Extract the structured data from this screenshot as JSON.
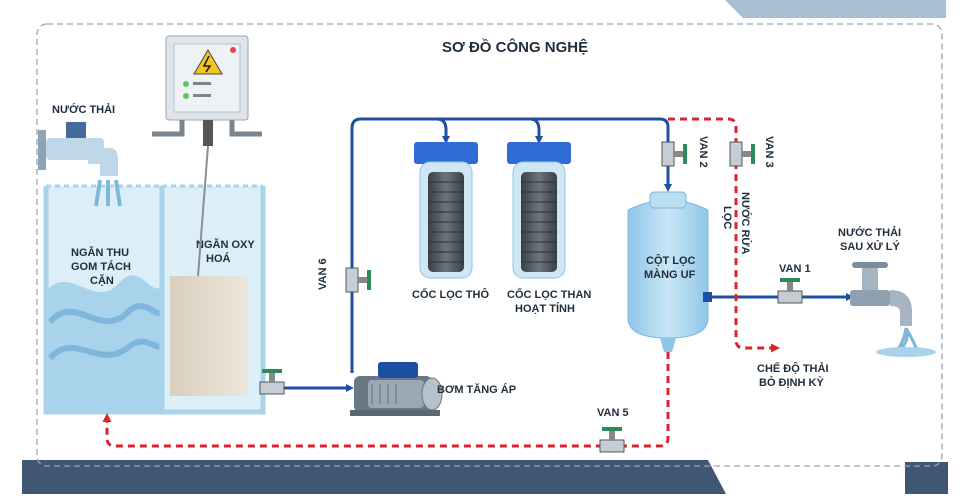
{
  "diagram": {
    "title": "SƠ ĐỒ CÔNG NGHỆ",
    "labels": {
      "nuoc_thai": "NƯỚC THẢI",
      "ngan_thu_1": "NGĂN THU",
      "ngan_thu_2": "GOM TÁCH",
      "ngan_thu_3": "CẶN",
      "ngan_oxy_1": "NGĂN OXY",
      "ngan_oxy_2": "HOÁ",
      "van_6": "VAN 6",
      "coc_loc_tho": "CỐC LỌC THÔ",
      "coc_loc_than_1": "CỐC LỌC THAN",
      "coc_loc_than_2": "HOẠT TÍNH",
      "bom_tang_ap": "BƠM TĂNG ÁP",
      "van_5": "VAN 5",
      "van_2": "VAN 2",
      "van_3": "VAN 3",
      "nuoc_rua_1": "NƯỚC RỬA",
      "nuoc_rua_2": "LỌC",
      "cot_loc_1": "CỘT LỌC",
      "cot_loc_2": "MÀNG UF",
      "van_1": "VAN 1",
      "nuoc_sau_1": "NƯỚC THẢI",
      "nuoc_sau_2": "SAU XỬ LÝ",
      "che_do_1": "CHẾ ĐỘ THẢI",
      "che_do_2": "BỎ ĐỊNH KỲ"
    },
    "colors": {
      "pipe_blue": "#1f4fa3",
      "pipe_red": "#d8262e",
      "water": "#a9d3ea",
      "water_dark": "#7fb7dc",
      "border": "#9aa5b1",
      "bar_navy": "#3f5773",
      "bar_light": "#a9bfd4",
      "cap_blue": "#2f6cd6",
      "text": "#1f2d3d"
    },
    "icons": [
      "faucet-icon",
      "control-panel-icon",
      "warning-icon",
      "pump-icon",
      "valve-icon",
      "filter-housing-icon",
      "uf-membrane-icon"
    ]
  }
}
